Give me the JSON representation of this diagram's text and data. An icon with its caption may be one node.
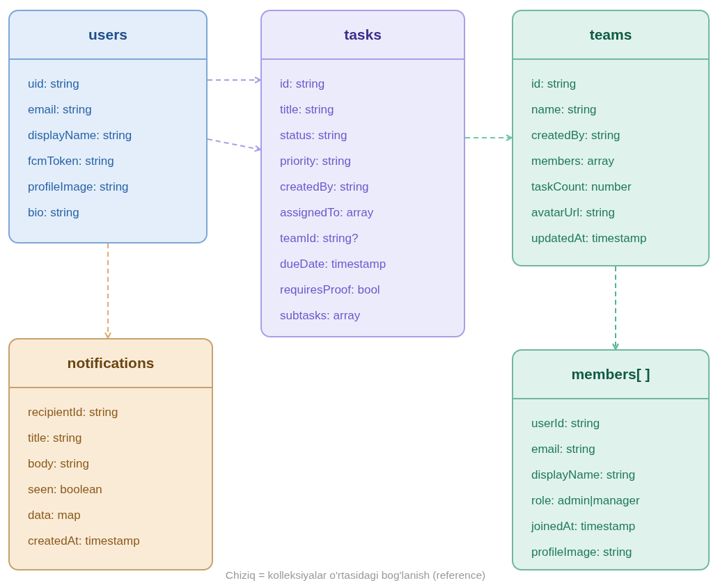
{
  "diagram": {
    "nodes": [
      {
        "text": [
          "users",
          "uid: string",
          "email: string",
          "displayName: string",
          "fcmToken: string",
          "profileImage: string",
          "bio: string"
        ]
      },
      {
        "text": [
          "tasks",
          "id: string",
          "title: string",
          "status: string",
          "priority: string",
          "createdBy: string",
          "assignedTo: array",
          "teamId: string?",
          "dueDate: timestamp",
          "requiresProof: bool",
          "subtasks: array"
        ]
      },
      {
        "text": [
          "teams",
          "id: string",
          "name: string",
          "createdBy: string",
          "members: array",
          "taskCount: number",
          "avatarUrl: string",
          "updatedAt: timestamp"
        ]
      },
      {
        "text": [
          "notifications",
          "recipientId: string",
          "title: string",
          "body: string",
          "seen: boolean",
          "data: map",
          "createdAt: timestamp"
        ]
      },
      {
        "text": [
          "members[ ]",
          "userId: string",
          "email: string",
          "displayName: string",
          "role: admin|manager",
          "joinedAt: timestamp",
          "profileImage: string"
        ]
      }
    ],
    "edges": [
      {
        "from": 0,
        "to": 1,
        "arrow": "to",
        "style": "dashed",
        "color": "#a99ee8"
      },
      {
        "from": 0,
        "to": 1,
        "arrow": "to",
        "style": "dashed",
        "color": "#a99ee8"
      },
      {
        "from": 1,
        "to": 2,
        "arrow": "to",
        "style": "dashed",
        "color": "#6cc9a4"
      },
      {
        "from": 0,
        "to": 3,
        "arrow": "to",
        "style": "dashed",
        "color": "#dfae6e"
      },
      {
        "from": 2,
        "to": 4,
        "arrow": "to",
        "style": "dashed",
        "color": "#52b48f"
      }
    ],
    "labels": [
      "Chiziq = kolleksiyalar o'rtasidagi bog'lanish (reference)"
    ]
  }
}
